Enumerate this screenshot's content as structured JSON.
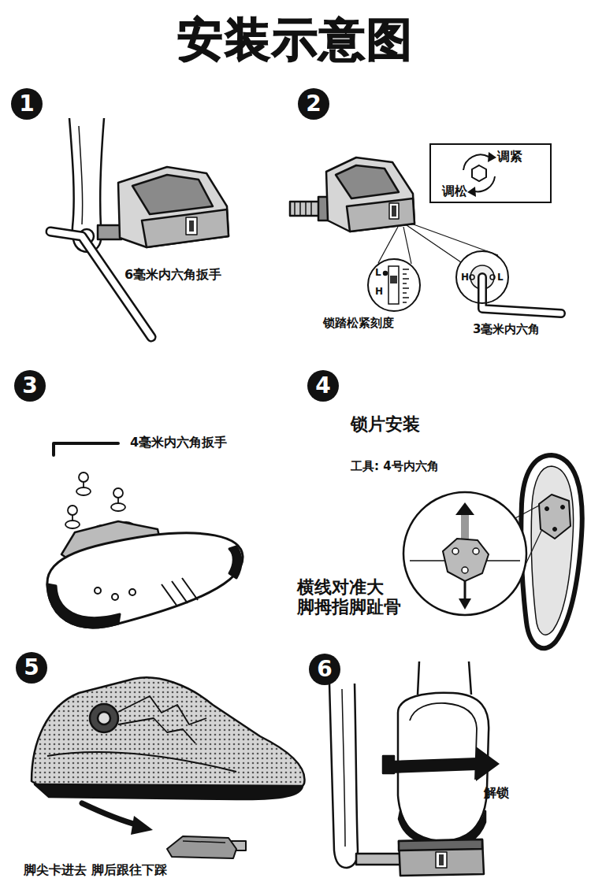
{
  "diagram": {
    "title": "安装示意图",
    "nodes": [
      {
        "text": [
          "1"
        ]
      },
      {
        "text": [
          "2"
        ]
      },
      {
        "text": [
          "调紧",
          "调松"
        ]
      },
      {
        "text": [
          "L",
          "H"
        ]
      },
      {
        "text": [
          "H",
          "L"
        ]
      },
      {
        "text": [
          "3"
        ]
      },
      {
        "text": [
          "4"
        ]
      },
      {
        "text": [
          "5"
        ]
      },
      {
        "text": [
          "6"
        ]
      }
    ],
    "labels": [
      "6毫米内六角扳手",
      "锁踏松紧刻度",
      "3毫米内六角",
      "4毫米内六角扳手",
      "锁片安装",
      "工具: 4号内六角",
      "横线对准大 脚拇指脚趾骨",
      "脚尖卡进去 脚后跟往下踩",
      "解锁"
    ]
  }
}
